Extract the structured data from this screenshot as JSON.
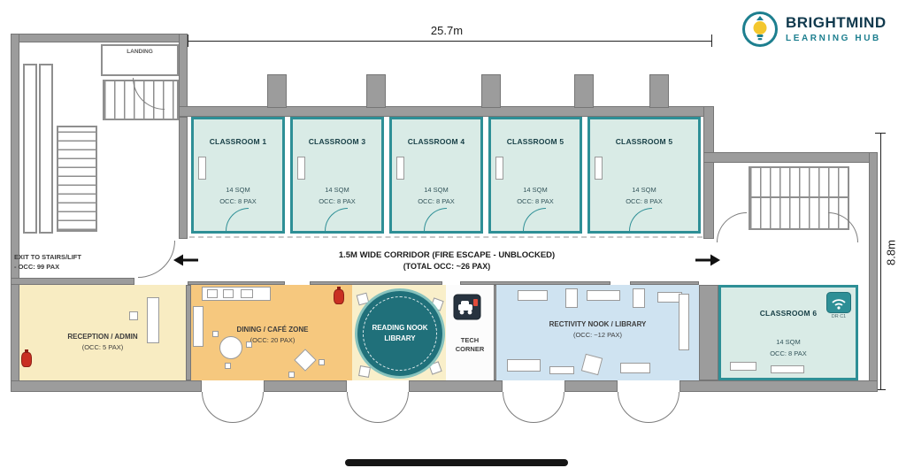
{
  "logo": {
    "name": "BRIGHTMIND",
    "tagline": "LEARNING HUB"
  },
  "dimensions": {
    "width": "25.7m",
    "height": "8.8m"
  },
  "left_wing": {
    "landing": "LANDING",
    "exit_line1": "EXIT TO STAIRS/LIFT",
    "exit_line2": "- OCC: 99 PAX"
  },
  "classrooms": [
    {
      "name": "CLASSROOM 1",
      "area": "14 SQM",
      "occupancy": "OCC: 8 PAX"
    },
    {
      "name": "CLASSROOM 3",
      "area": "14 SQM",
      "occupancy": "OCC: 8 PAX"
    },
    {
      "name": "CLASSROOM 4",
      "area": "14 SQM",
      "occupancy": "OCC: 8 PAX"
    },
    {
      "name": "CLASSROOM 5",
      "area": "14 SQM",
      "occupancy": "OCC: 8 PAX"
    },
    {
      "name": "CLASSROOM 5",
      "area": "14 SQM",
      "occupancy": "OCC: 8 PAX"
    }
  ],
  "corridor": {
    "line1": "1.5M WIDE CORRIDOR (FIRE ESCAPE - UNBLOCKED)",
    "line2": "(TOTAL OCC: ~26 PAX)"
  },
  "zones": {
    "reception": {
      "name": "RECEPTION / ADMIN",
      "occupancy": "(OCC: 5 PAX)"
    },
    "dining": {
      "name": "DINING / CAFÉ ZONE",
      "occupancy": "(OCC: 20 PAX)"
    },
    "reading_nook": {
      "line1": "READING NOOK",
      "line2": "LIBRARY"
    },
    "tech_corner": {
      "line1": "TECH",
      "line2": "CORNER"
    },
    "activity_nook": {
      "name": "RECTIVITY NOOK / LIBRARY",
      "occupancy": "(OCC: ~12 PAX)"
    },
    "classroom6": {
      "name": "CLASSROOM 6",
      "area": "14 SQM",
      "occupancy": "OCC: 8 PAX"
    }
  },
  "wifi_tag": "DR C1",
  "colors": {
    "classroom_fill": "#d9ebe6",
    "classroom_border": "#2e8f96",
    "reception_fill": "#f8ecc2",
    "dining_fill": "#f6c87e",
    "reading_circle": "#20707a",
    "activity_fill": "#cfe3f1",
    "wall_gray": "#9c9c9c",
    "accent_teal": "#1d7f8f",
    "bulb_yellow": "#f3c72e",
    "fire_red": "#c92f22"
  }
}
